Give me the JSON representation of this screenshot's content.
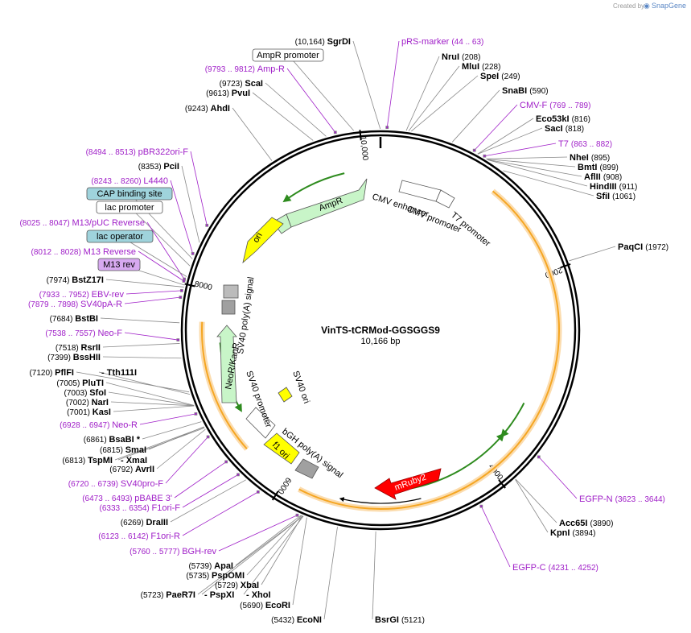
{
  "header": {
    "created_by": "Created by",
    "brand": "SnapGene"
  },
  "plasmid": {
    "name": "VinTS-tCRMod-GGSGGS9",
    "length_label": "10,166 bp",
    "length": 10166
  },
  "ring_ticks": [
    "2000",
    "4000",
    "6000",
    "8000",
    "10,000"
  ],
  "labels": [
    {
      "pos": "(10,164)",
      "name": "SgrDI",
      "kind": "enzyme"
    },
    {
      "name": "pRS-marker",
      "pos": "(44 .. 63)",
      "kind": "primer"
    },
    {
      "name": "AmpR promoter",
      "kind": "boxed"
    },
    {
      "name": "NruI",
      "pos": "(208)",
      "kind": "enzyme"
    },
    {
      "name": "MluI",
      "pos": "(228)",
      "kind": "enzyme"
    },
    {
      "name": "SpeI",
      "pos": "(249)",
      "kind": "enzyme"
    },
    {
      "pos": "(9793 .. 9812)",
      "name": "Amp-R",
      "kind": "primer"
    },
    {
      "pos": "(9723)",
      "name": "ScaI",
      "kind": "enzyme"
    },
    {
      "pos": "(9613)",
      "name": "PvuI",
      "kind": "enzyme"
    },
    {
      "name": "SnaBI",
      "pos": "(590)",
      "kind": "enzyme"
    },
    {
      "pos": "(9243)",
      "name": "AhdI",
      "kind": "enzyme"
    },
    {
      "name": "CMV-F",
      "pos": "(769 .. 789)",
      "kind": "primer"
    },
    {
      "name": "Eco53kI",
      "pos": "(816)",
      "kind": "enzyme"
    },
    {
      "name": "SacI",
      "pos": "(818)",
      "kind": "enzyme"
    },
    {
      "name": "T7",
      "pos": "(863 .. 882)",
      "kind": "primer"
    },
    {
      "pos": "(8494 .. 8513)",
      "name": "pBR322ori-F",
      "kind": "primer"
    },
    {
      "name": "NheI",
      "pos": "(895)",
      "kind": "enzyme"
    },
    {
      "pos": "(8353)",
      "name": "PciI",
      "kind": "enzyme"
    },
    {
      "name": "BmtI",
      "pos": "(899)",
      "kind": "enzyme"
    },
    {
      "name": "AflII",
      "pos": "(908)",
      "kind": "enzyme"
    },
    {
      "pos": "(8243 .. 8260)",
      "name": "L4440",
      "kind": "primer"
    },
    {
      "name": "HindIII",
      "pos": "(911)",
      "kind": "enzyme"
    },
    {
      "name": "CAP binding site",
      "kind": "boxed-teal"
    },
    {
      "name": "SfiI",
      "pos": "(1061)",
      "kind": "enzyme"
    },
    {
      "name": "lac promoter",
      "kind": "boxed"
    },
    {
      "pos": "(8025 .. 8047)",
      "name": "M13/pUC Reverse",
      "kind": "primer"
    },
    {
      "name": "lac operator",
      "kind": "boxed-teal"
    },
    {
      "name": "PaqCI",
      "pos": "(1972)",
      "kind": "enzyme"
    },
    {
      "pos": "(8012 .. 8028)",
      "name": "M13 Reverse",
      "kind": "primer"
    },
    {
      "name": "M13 rev",
      "kind": "boxed-violet"
    },
    {
      "pos": "(7974)",
      "name": "BstZ17I",
      "kind": "enzyme"
    },
    {
      "pos": "(7933 .. 7952)",
      "name": "EBV-rev",
      "kind": "primer"
    },
    {
      "pos": "(7879 .. 7898)",
      "name": "SV40pA-R",
      "kind": "primer"
    },
    {
      "pos": "(7684)",
      "name": "BstBI",
      "kind": "enzyme"
    },
    {
      "pos": "(7538 .. 7557)",
      "name": "Neo-F",
      "kind": "primer"
    },
    {
      "pos": "(7518)",
      "name": "RsrII",
      "kind": "enzyme"
    },
    {
      "pos": "(7399)",
      "name": "BssHII",
      "kind": "enzyme"
    },
    {
      "pos": "(7120)",
      "name": "PflFI",
      "kind": "enzyme"
    },
    {
      "name": "- Tth111I",
      "kind": "enzyme"
    },
    {
      "pos": "(7005)",
      "name": "PluTI",
      "kind": "enzyme"
    },
    {
      "pos": "(7003)",
      "name": "SfoI",
      "kind": "enzyme"
    },
    {
      "pos": "(7002)",
      "name": "NarI",
      "kind": "enzyme"
    },
    {
      "pos": "(7001)",
      "name": "KasI",
      "kind": "enzyme"
    },
    {
      "pos": "(6928 .. 6947)",
      "name": "Neo-R",
      "kind": "primer"
    },
    {
      "pos": "(6861)",
      "name": "BsaBI *",
      "kind": "enzyme"
    },
    {
      "pos": "(6815)",
      "name": "SmaI",
      "kind": "enzyme"
    },
    {
      "pos": "(6813)",
      "name": "TspMI",
      "kind": "enzyme"
    },
    {
      "name": "- XmaI",
      "kind": "enzyme"
    },
    {
      "pos": "(6792)",
      "name": "AvrII",
      "kind": "enzyme"
    },
    {
      "pos": "(6720 .. 6739)",
      "name": "SV40pro-F",
      "kind": "primer"
    },
    {
      "pos": "(6473 .. 6493)",
      "name": "pBABE 3'",
      "kind": "primer"
    },
    {
      "pos": "(6333 .. 6354)",
      "name": "F1ori-F",
      "kind": "primer"
    },
    {
      "name": "EGFP-N",
      "pos": "(3623 .. 3644)",
      "kind": "primer"
    },
    {
      "pos": "(6269)",
      "name": "DraIII",
      "kind": "enzyme"
    },
    {
      "name": "Acc65I",
      "pos": "(3890)",
      "kind": "enzyme"
    },
    {
      "name": "KpnI",
      "pos": "(3894)",
      "kind": "enzyme"
    },
    {
      "pos": "(6123 .. 6142)",
      "name": "F1ori-R",
      "kind": "primer"
    },
    {
      "pos": "(5760 .. 5777)",
      "name": "BGH-rev",
      "kind": "primer"
    },
    {
      "name": "EGFP-C",
      "pos": "(4231 .. 4252)",
      "kind": "primer"
    },
    {
      "pos": "(5739)",
      "name": "ApaI",
      "kind": "enzyme"
    },
    {
      "pos": "(5735)",
      "name": "PspOMI",
      "kind": "enzyme"
    },
    {
      "pos": "(5729)",
      "name": "XbaI",
      "kind": "enzyme"
    },
    {
      "pos": "(5723)",
      "name": "PaeR7I",
      "kind": "enzyme"
    },
    {
      "name": "- PspXI",
      "kind": "enzyme"
    },
    {
      "name": "- XhoI",
      "kind": "enzyme"
    },
    {
      "pos": "(5690)",
      "name": "EcoRI",
      "kind": "enzyme"
    },
    {
      "pos": "(5432)",
      "name": "EcoNI",
      "kind": "enzyme"
    },
    {
      "name": "BsrGI",
      "pos": "(5121)",
      "kind": "enzyme"
    }
  ],
  "features": [
    {
      "name": "AmpR",
      "kind": "cds",
      "color": "#c8f5c8"
    },
    {
      "name": "ori",
      "kind": "rep-origin",
      "color": "#ffff00"
    },
    {
      "name": "CMV enhancer",
      "kind": "enhancer",
      "color": "#ffffff"
    },
    {
      "name": "CMV promoter",
      "kind": "promoter",
      "color": "#ffffff"
    },
    {
      "name": "T7 promoter",
      "kind": "promoter",
      "color": "#ffffff"
    },
    {
      "name": "SV40 poly(A) signal",
      "kind": "terminator",
      "color": "#a0a0a0"
    },
    {
      "name": "NeoR/KanR",
      "kind": "cds",
      "color": "#c8f5c8"
    },
    {
      "name": "SV40 promoter",
      "kind": "promoter",
      "color": "#ffffff"
    },
    {
      "name": "SV40 ori",
      "kind": "rep-origin",
      "color": "#ffff00"
    },
    {
      "name": "f1 ori",
      "kind": "rep-origin",
      "color": "#ffff00"
    },
    {
      "name": "bGH poly(A) signal",
      "kind": "terminator",
      "color": "#a0a0a0"
    },
    {
      "name": "mRuby2",
      "kind": "cds",
      "color": "#ff0000"
    }
  ],
  "colors": {
    "enzyme": "#000000",
    "primer": "#a020c8",
    "orf": "#f5a623",
    "cds_arrow": "#2e8b1e",
    "teal_box": "#9fd3dc",
    "violet_box": "#d7a9f0"
  }
}
